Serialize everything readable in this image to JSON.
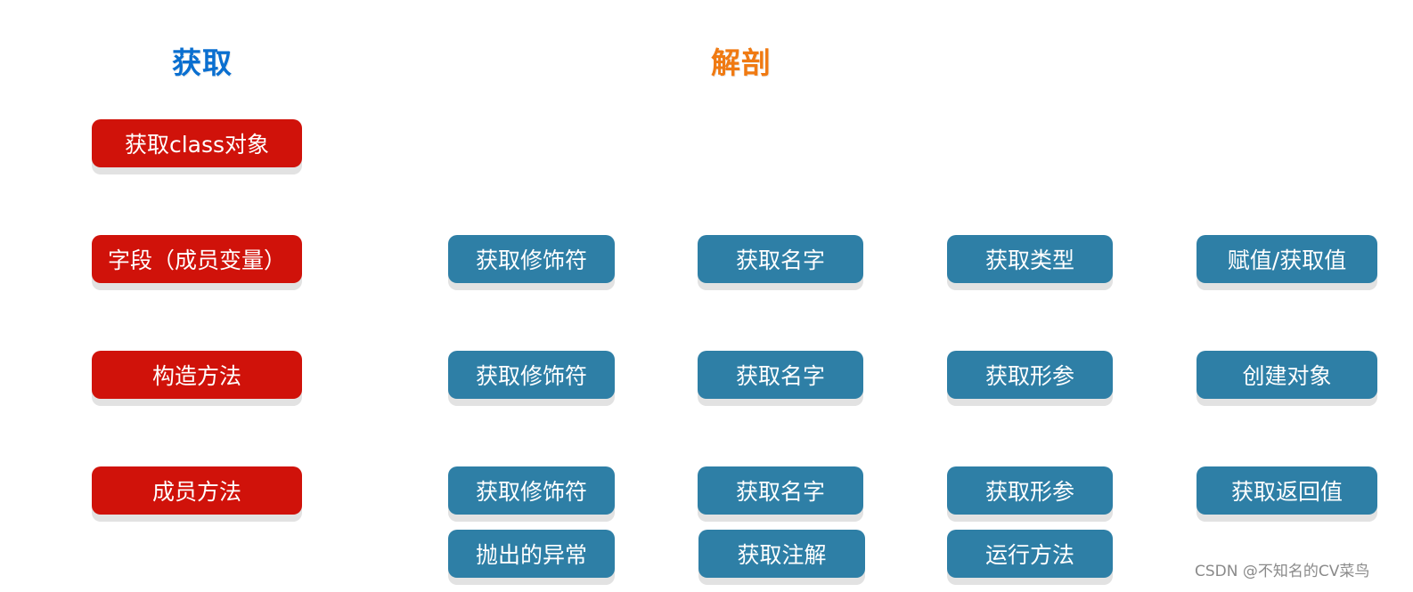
{
  "headings": {
    "get": "获取",
    "dissect": "解剖"
  },
  "get_column": {
    "class_object": "获取class对象",
    "field": "字段（成员变量）",
    "constructor": "构造方法",
    "method": "成员方法"
  },
  "field_row": [
    "获取修饰符",
    "获取名字",
    "获取类型",
    "赋值/获取值"
  ],
  "constructor_row": [
    "获取修饰符",
    "获取名字",
    "获取形参",
    "创建对象"
  ],
  "method_row": [
    "获取修饰符",
    "获取名字",
    "获取形参",
    "获取返回值"
  ],
  "method_row_extra": [
    "抛出的异常",
    "获取注解",
    "运行方法"
  ],
  "watermark": "CSDN @不知名的CV菜鸟",
  "colors": {
    "get_heading": "#0a6fd0",
    "dissect_heading": "#f07a12",
    "red_box": "#d0120a",
    "blue_box": "#2e7fa6"
  }
}
